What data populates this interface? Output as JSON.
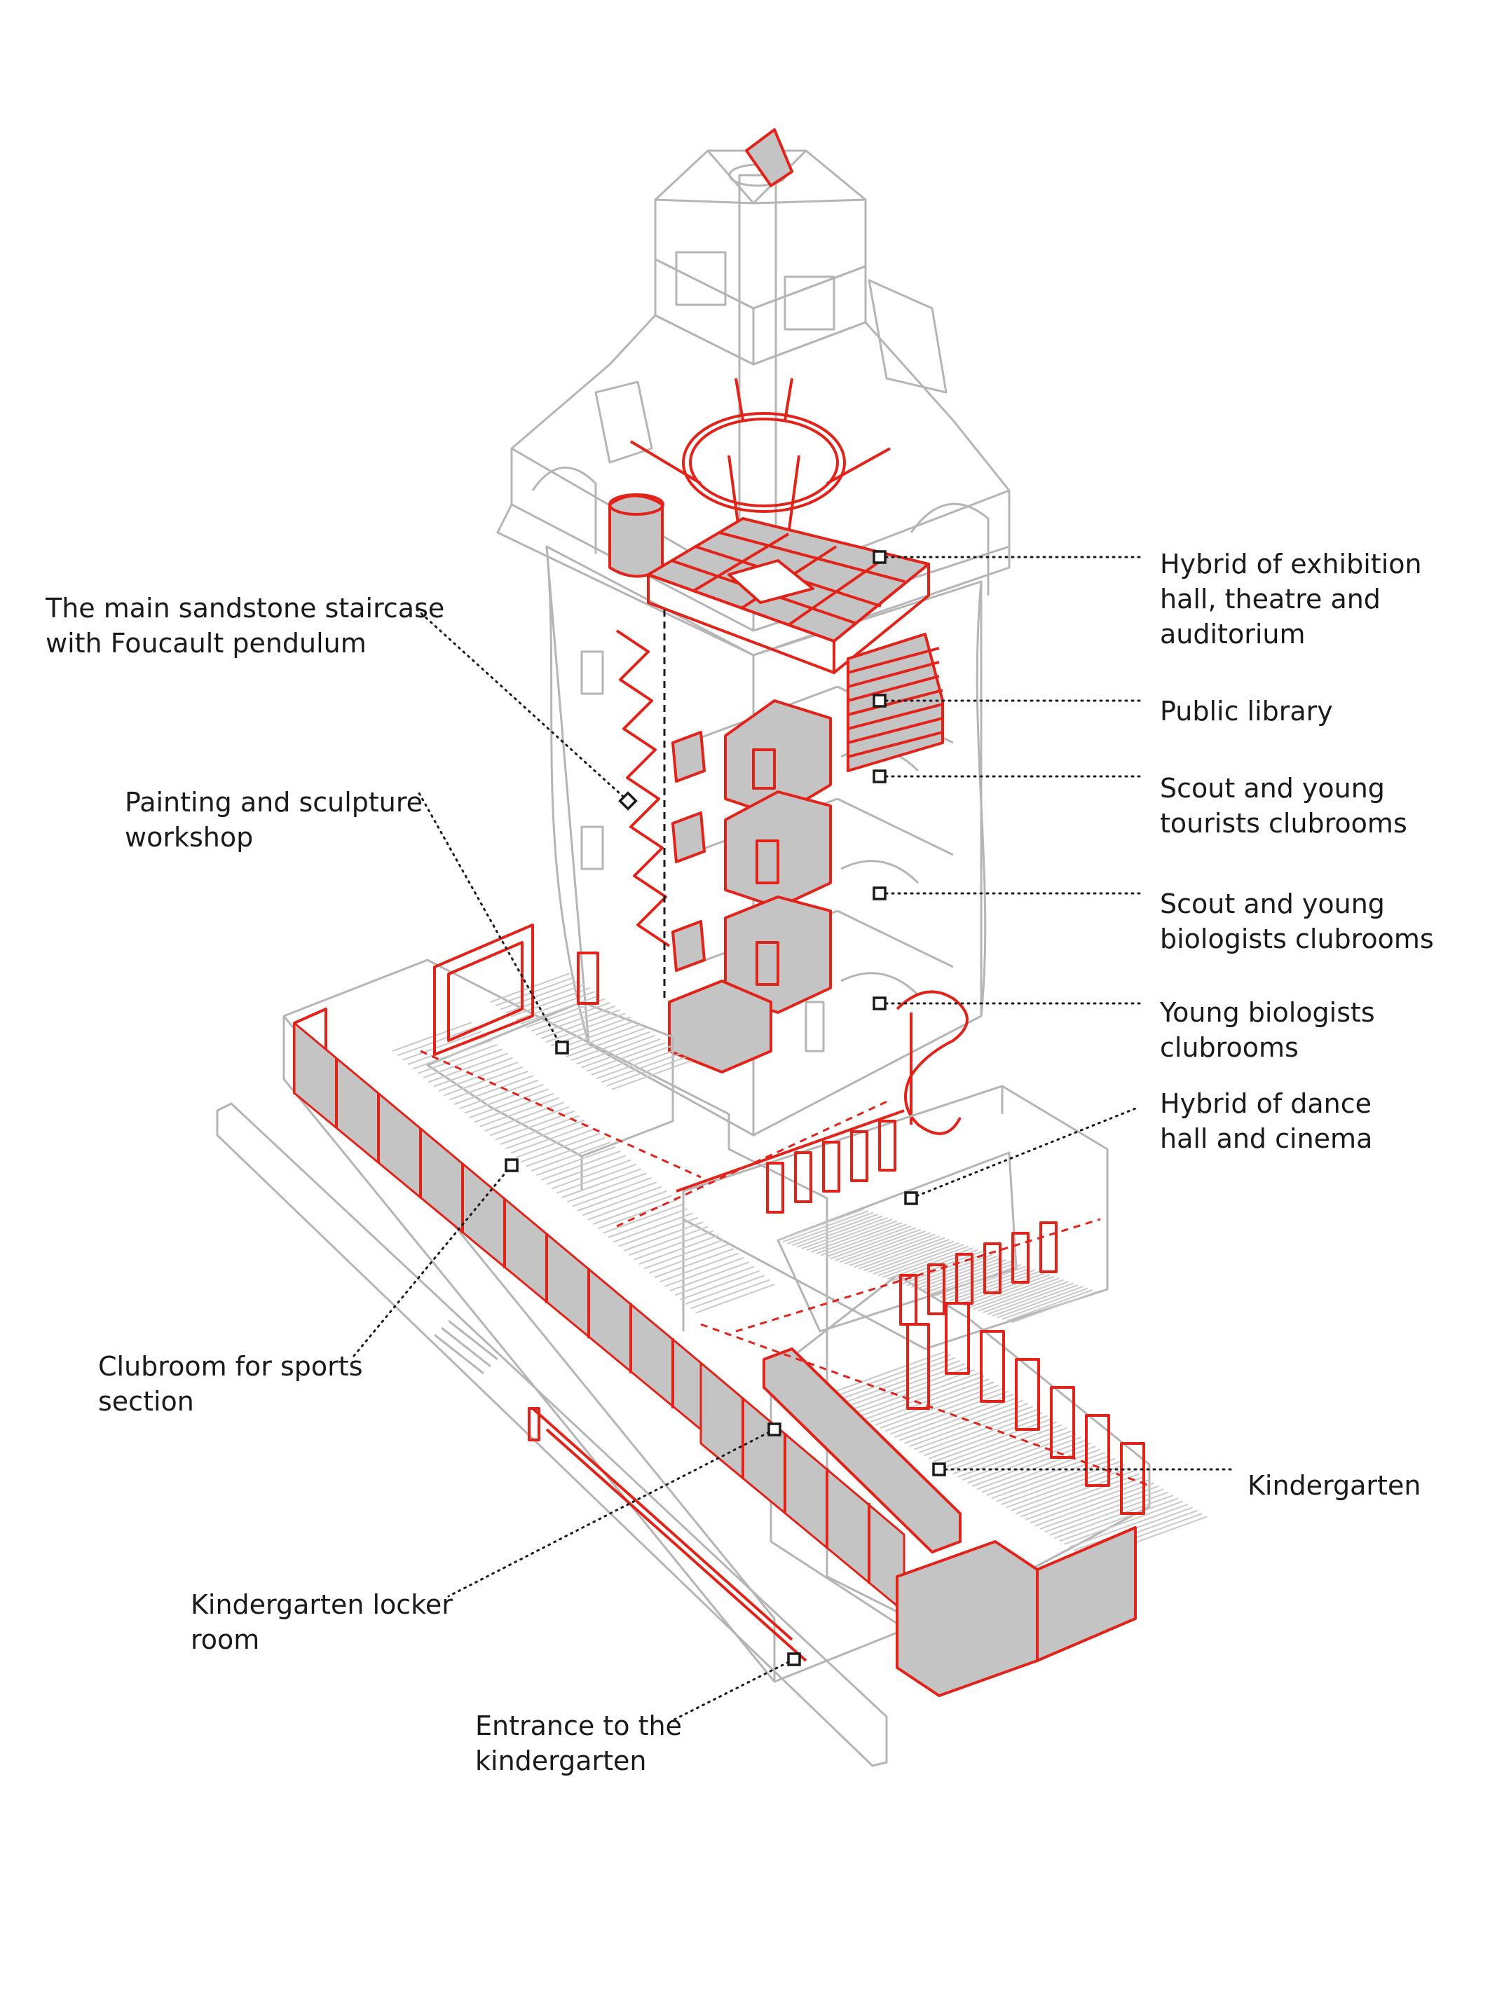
{
  "labels": {
    "exhibition": [
      "Hybrid of exhibition",
      "hall, theatre and",
      "auditorium"
    ],
    "library": [
      "Public library"
    ],
    "scout_tourists": [
      "Scout and young",
      "tourists clubrooms"
    ],
    "scout_biologists": [
      "Scout and young",
      "biologists clubrooms"
    ],
    "young_biologists": [
      "Young biologists",
      "clubrooms"
    ],
    "dance_cinema": [
      "Hybrid of dance",
      "hall and cinema"
    ],
    "kindergarten": [
      "Kindergarten"
    ],
    "staircase": [
      "The main sandstone staircase",
      "with Foucault pendulum"
    ],
    "workshop": [
      "Painting and sculpture",
      "workshop"
    ],
    "sports": [
      "Clubroom for sports",
      "section"
    ],
    "locker": [
      "Kindergarten locker",
      "room"
    ],
    "entrance": [
      "Entrance to the",
      "kindergarten"
    ]
  },
  "colors": {
    "accent": "#e2231a",
    "line": "#b5b5b5",
    "fill": "#c4c4c4",
    "text": "#1a1a1a"
  }
}
